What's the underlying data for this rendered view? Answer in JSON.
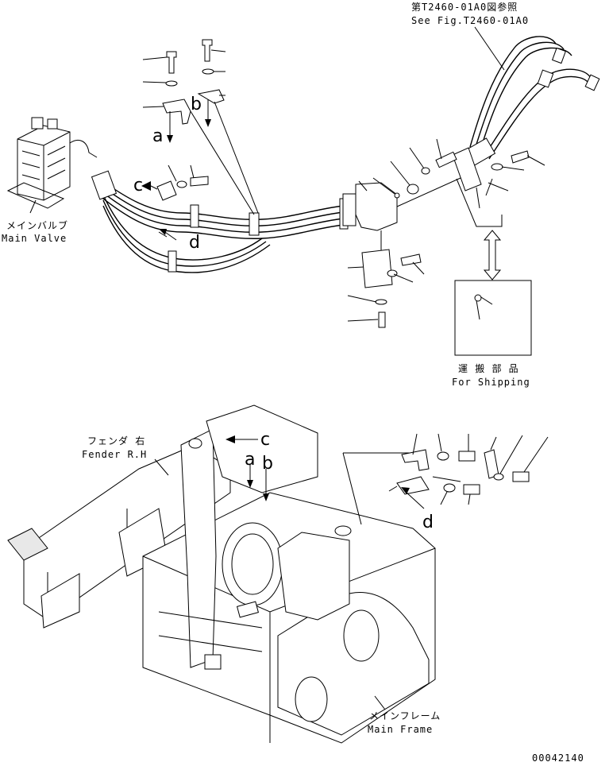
{
  "labels": {
    "ref_fig_jp": "第T2460-01A0図参照",
    "ref_fig_en": "See Fig.T2460-01A0",
    "main_valve_jp": "メインバルブ",
    "main_valve_en": "Main Valve",
    "shipping_jp": "運 搬 部 品",
    "shipping_en": "For Shipping",
    "fender_jp": "フェンダ 右",
    "fender_en": "Fender R.H",
    "main_frame_jp": "メインフレーム",
    "main_frame_en": "Main Frame",
    "drawing_number": "00042140"
  },
  "callouts": {
    "a_top": "a",
    "b_top": "b",
    "c_top": "c",
    "d_top": "d",
    "a_frame": "a",
    "b_frame": "b",
    "c_frame": "c",
    "d_detail": "d"
  }
}
